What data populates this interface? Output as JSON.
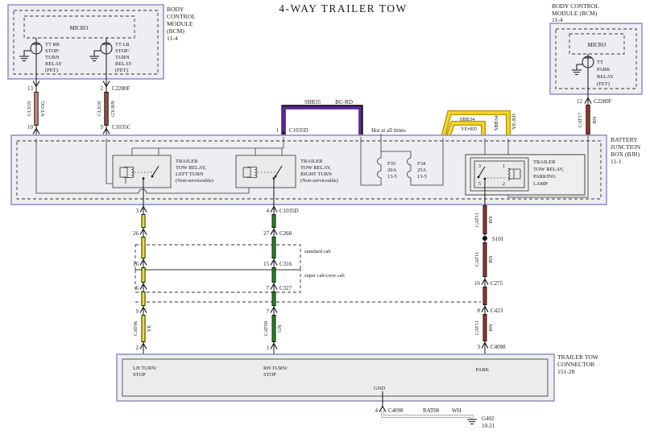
{
  "title": "4-WAY TRAILER TOW",
  "colors": {
    "box_border": "#9595c8",
    "box_fill": "#eeeef2",
    "wire_vt_og": "#cd8379",
    "wire_gy_bn": "#9c4a3e",
    "wire_bn": "#97352f",
    "wire_ye": "#f0e12e",
    "wire_gn": "#1e8a1e",
    "wire_bu_rd": "#5b2b9e",
    "wire_ye_rd": "#f6d625",
    "wire_wh": "#ffffff"
  },
  "bcm_left": {
    "name": [
      "BODY",
      "CONTROL",
      "MODULE",
      "(BCM)",
      "11-4"
    ],
    "micro": "MICRO",
    "relay_rr": [
      "TT RR",
      "STOP/",
      "TURN",
      "RELAY",
      "(FET)"
    ],
    "relay_lr": [
      "TT LR",
      "STOP/",
      "TURN",
      "RELAY",
      "(FET)"
    ]
  },
  "bcm_right": {
    "name": [
      "BODY CONTROL",
      "MODULE (BCM)",
      "11-4"
    ],
    "micro": "MICRO",
    "relay_park": [
      "TT",
      "PARK",
      "RELAY",
      "(FET)"
    ]
  },
  "wire_rr": {
    "pin_top": "13",
    "pin_bot": "10",
    "circuit": "CLS19",
    "color": "VT-OG"
  },
  "wire_lr": {
    "pin_top": "2",
    "conn_top": "C2280F",
    "pin_bot": "9",
    "conn_bot": "C1035C",
    "circuit": "CLS18",
    "color": "GY-BN"
  },
  "wire_park": {
    "pin_top": "12",
    "conn_top": "C2280F",
    "circuit": "CAT17",
    "color": "BN"
  },
  "loops": {
    "sbb35": {
      "circuit": "SBB35",
      "color": "BU-RD",
      "pin": "1",
      "conn": "C1035D"
    },
    "sbb34": {
      "circuit": "SBB34",
      "color": "YE•RD",
      "circuit_v": "SBB34",
      "color_v": "YE-RD"
    }
  },
  "bjb": {
    "name": [
      "BATTERY",
      "JUNCTION",
      "BOX (BJB)",
      "11-1"
    ],
    "hot": "Hot at all times",
    "fuse_f35": [
      "F35",
      "20A",
      "13-5"
    ],
    "fuse_f34": [
      "F34",
      "25A",
      "13-5"
    ],
    "relay_left": [
      "TRAILER",
      "TOW RELAY,",
      "LEFT TURN",
      "(Non-serviceable)"
    ],
    "relay_right": [
      "TRAILER",
      "TOW RELAY,",
      "RIGHT TURN",
      "(Non-serviceable)"
    ],
    "relay_park": [
      "TRAILER",
      "TOW RELAY,",
      "PARKING",
      "LAMP"
    ],
    "park_pins": {
      "p3": "3",
      "p1": "1",
      "p5": "5",
      "p2": "2"
    }
  },
  "col_left": {
    "p1": "3",
    "p2": "26",
    "p3": "16",
    "p4": "6",
    "p5": "9",
    "p6": "2",
    "circuit": "CAT06",
    "color": "YE"
  },
  "col_mid": {
    "p1": "4",
    "c1": "C1035D",
    "p2": "27",
    "c2": "C268",
    "p3": "15",
    "c3": "C316",
    "p4": "7",
    "c4": "C327",
    "p5": "7",
    "p6": "1",
    "circuit": "CAT09",
    "color": "GN"
  },
  "col_right": {
    "circuit": "CAT11",
    "color": "BN",
    "splice": "S101",
    "p1": "16",
    "c1": "C275",
    "p2": "8",
    "c2": "C423",
    "p3": "3",
    "c3": "C4098"
  },
  "cab": {
    "standard": "standard cab",
    "super": "super cab/crew cab"
  },
  "conn_box": {
    "name": [
      "TRAILER TOW",
      "CONNECTOR",
      "151-28"
    ],
    "lh": [
      "LH TURN/",
      "STOP"
    ],
    "rh": [
      "RH TURN/",
      "STOP"
    ],
    "park": "PARK",
    "gnd": "GND"
  },
  "ground": {
    "pin": "4",
    "conn": "C4098",
    "circuit": "RAT08",
    "color": "WH",
    "gid": "G402",
    "gloc": "10-21"
  }
}
